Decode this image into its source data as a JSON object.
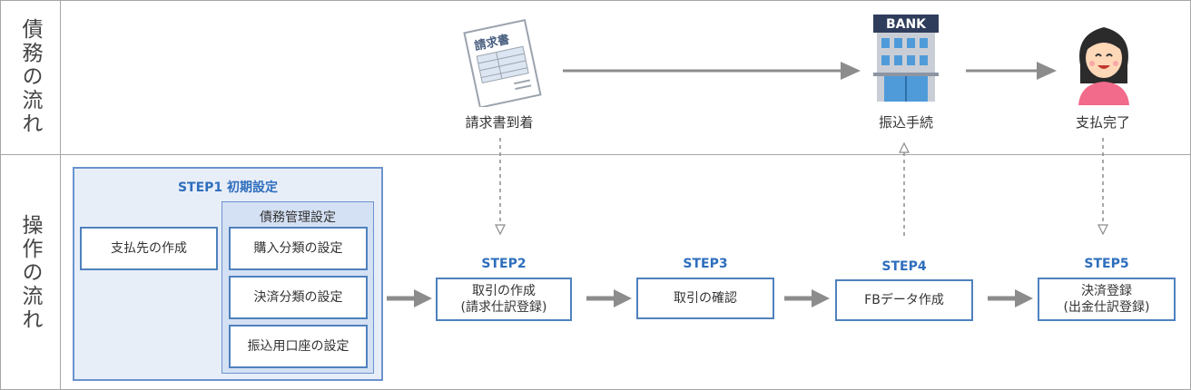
{
  "rows": {
    "top_label": "債務の流れ",
    "bottom_label": "操作の流れ"
  },
  "top_flow": {
    "invoice_caption": "請求書到着",
    "invoice_icon_text": "請求書",
    "bank_caption": "振込手続",
    "bank_sign": "BANK",
    "done_caption": "支払完了"
  },
  "step1": {
    "title": "STEP1 初期設定",
    "supplier": "支払先の作成",
    "group_title": "債務管理設定",
    "items": [
      "購入分類の設定",
      "決済分類の設定",
      "振込用口座の設定"
    ]
  },
  "steps": [
    {
      "label": "STEP2",
      "line1": "取引の作成",
      "line2": "(請求仕訳登録)"
    },
    {
      "label": "STEP3",
      "line1": "取引の確認",
      "line2": ""
    },
    {
      "label": "STEP4",
      "line1": "FBデータ作成",
      "line2": ""
    },
    {
      "label": "STEP5",
      "line1": "決済登録",
      "line2": "(出金仕訳登録)"
    }
  ],
  "colors": {
    "border_gray": "#a6a6a6",
    "step_blue": "#4f81bd",
    "label_blue": "#2e6ebd",
    "arrow_gray": "#8c8c8c",
    "setup_fill": "#e8eef8",
    "group_fill": "#d4e0f3"
  }
}
